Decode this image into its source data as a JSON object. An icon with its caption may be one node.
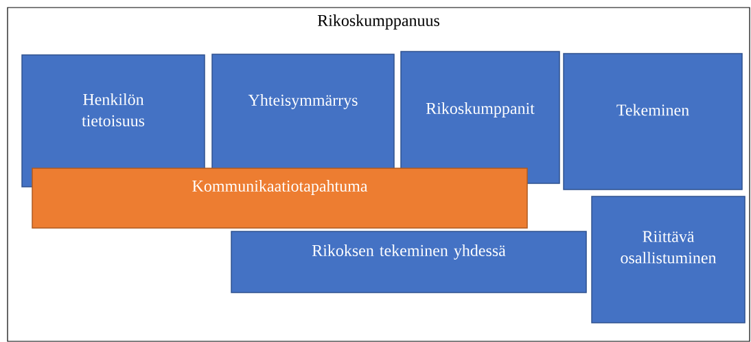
{
  "diagram": {
    "nodes": [
      {
        "text": [
          "Rikoskumppanuus"
        ]
      },
      {
        "text": [
          "Henkilön tietoisuus"
        ],
        "in": 0
      },
      {
        "text": [
          "Yhteisymmärrys"
        ],
        "in": 0
      },
      {
        "text": [
          "Rikoskumppanit"
        ],
        "in": 0
      },
      {
        "text": [
          "Tekeminen"
        ],
        "in": 0
      },
      {
        "text": [
          "Kommunikaatiotapahtuma"
        ],
        "in": 0
      },
      {
        "text": [
          "Riittävä osallistuminen"
        ],
        "in": 0
      },
      {
        "text": [
          "Rikoksen tekeminen yhdessä"
        ],
        "in": 0
      }
    ]
  }
}
